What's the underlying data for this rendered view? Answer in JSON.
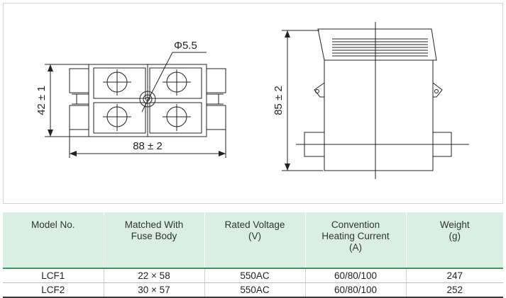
{
  "drawing": {
    "front_view": {
      "height_label": "42 ± 1",
      "width_label": "88 ± 2",
      "hole_label": "Φ5.5"
    },
    "side_view": {
      "height_label": "85 ± 2"
    }
  },
  "table": {
    "headers": [
      [
        "Model No."
      ],
      [
        "Matched With",
        "Fuse Body"
      ],
      [
        "Rated Voltage",
        "(V)"
      ],
      [
        "Convention",
        "Heating Current",
        "(A)"
      ],
      [
        "Weight",
        "(g)"
      ]
    ],
    "rows": [
      [
        "LCF1",
        "22 × 58",
        "550AC",
        "60/80/100",
        "247"
      ],
      [
        "LCF2",
        "30 × 57",
        "550AC",
        "60/80/100",
        "252"
      ]
    ]
  },
  "colors": {
    "header_bg": "#d9efe4",
    "accent_green": "#3a9a5e"
  }
}
